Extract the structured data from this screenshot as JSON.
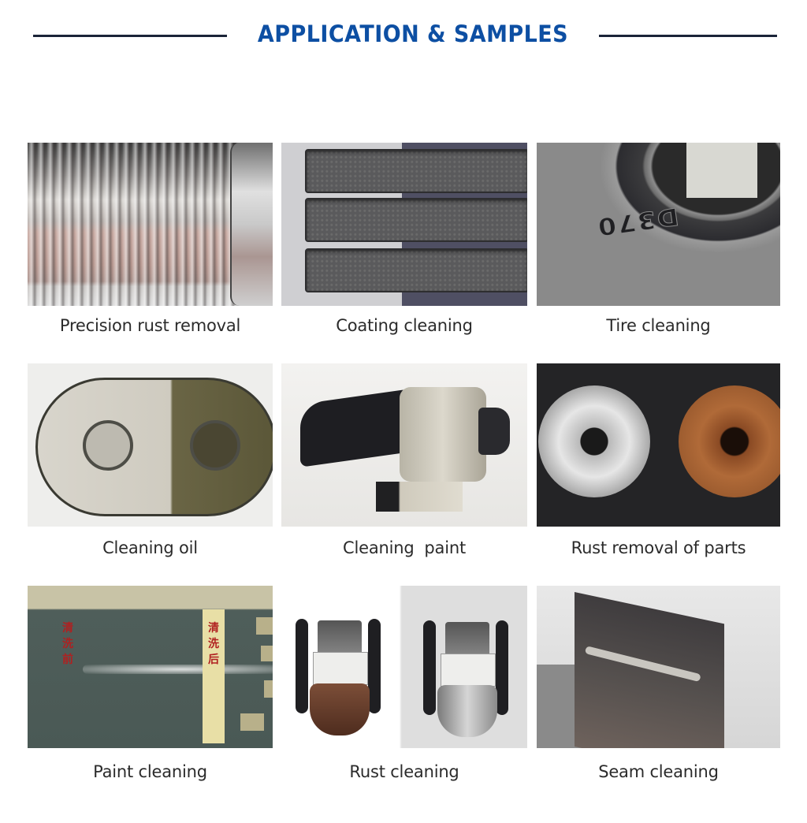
{
  "header": {
    "title": "APPLICATION & SAMPLES",
    "title_color": "#0d4fa3",
    "rule_color": "#1b2438"
  },
  "samples": [
    {
      "label": "Precision rust removal",
      "photo": "threaded-shaft-before-after"
    },
    {
      "label": "Coating cleaning",
      "photo": "coated-tray-before-after"
    },
    {
      "label": "Tire cleaning",
      "photo": "tire-sidewall",
      "embossed_text": "D370"
    },
    {
      "label": "Cleaning oil",
      "photo": "gearbox-housing-half-cleaned"
    },
    {
      "label": "Cleaning  paint",
      "photo": "oil-filter-housing-half-stripped"
    },
    {
      "label": "Rust removal of parts",
      "photo": "pulleys-clean-vs-rusted"
    },
    {
      "label": "Paint cleaning",
      "photo": "painted-panel",
      "annotations": {
        "before": "清洗前",
        "after": "清洗后"
      }
    },
    {
      "label": "Rust cleaning",
      "photo": "rotary-chuck-before-after"
    },
    {
      "label": "Seam cleaning",
      "photo": "weld-seam-plate"
    }
  ]
}
